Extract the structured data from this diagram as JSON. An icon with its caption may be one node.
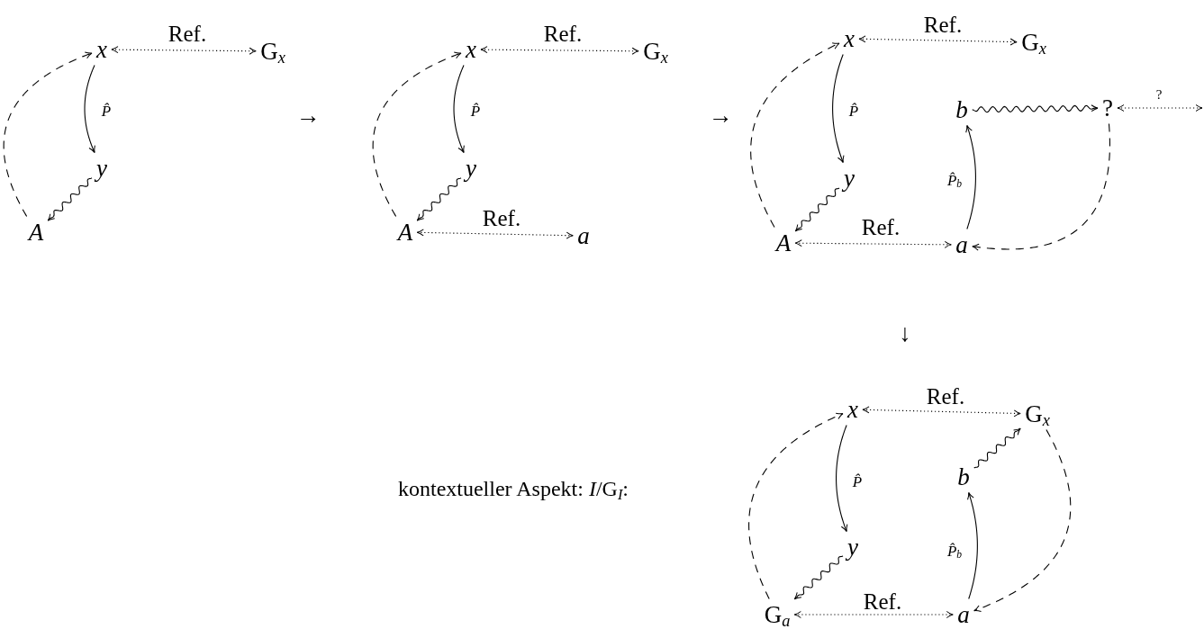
{
  "diagram": {
    "nodes": [
      {
        "text": [
          "x"
        ]
      },
      {
        "text": [
          "G$_{x}$"
        ]
      },
      {
        "text": [
          "y"
        ]
      },
      {
        "text": [
          "A"
        ]
      },
      {
        "text": [
          "x"
        ]
      },
      {
        "text": [
          "G$_{x}$"
        ]
      },
      {
        "text": [
          "y"
        ]
      },
      {
        "text": [
          "A"
        ]
      },
      {
        "text": [
          "a"
        ]
      },
      {
        "text": [
          "x"
        ]
      },
      {
        "text": [
          "G$_{x}$"
        ]
      },
      {
        "text": [
          "b"
        ]
      },
      {
        "text": [
          "?"
        ]
      },
      {
        "text": [
          "y"
        ]
      },
      {
        "text": [
          "A"
        ]
      },
      {
        "text": [
          "a"
        ]
      },
      {
        "text": [
          "x"
        ]
      },
      {
        "text": [
          "G$_{x}$"
        ]
      },
      {
        "text": [
          "b"
        ]
      },
      {
        "text": [
          "y"
        ]
      },
      {
        "text": [
          "G$_{a}$"
        ]
      },
      {
        "text": [
          "a"
        ]
      }
    ],
    "edges": [
      {
        "from": 0,
        "to": 1,
        "arrow": "both",
        "label": "Ref.",
        "style": "dashed"
      },
      {
        "from": 0,
        "to": 2,
        "arrow": "to",
        "label": "P̂"
      },
      {
        "from": 2,
        "to": 3,
        "arrow": "to"
      },
      {
        "from": 3,
        "to": 0,
        "arrow": "to",
        "style": "dashed"
      },
      {
        "from": 4,
        "to": 5,
        "arrow": "both",
        "label": "Ref.",
        "style": "dashed"
      },
      {
        "from": 4,
        "to": 6,
        "arrow": "to",
        "label": "P̂"
      },
      {
        "from": 6,
        "to": 7,
        "arrow": "to"
      },
      {
        "from": 7,
        "to": 4,
        "arrow": "to",
        "style": "dashed"
      },
      {
        "from": 7,
        "to": 8,
        "arrow": "both",
        "label": "Ref.",
        "style": "dashed"
      },
      {
        "from": 9,
        "to": 10,
        "arrow": "both",
        "label": "Ref.",
        "style": "dashed"
      },
      {
        "from": 9,
        "to": 13,
        "arrow": "to",
        "label": "P̂"
      },
      {
        "from": 13,
        "to": 14,
        "arrow": "to"
      },
      {
        "from": 14,
        "to": 9,
        "arrow": "to",
        "style": "dashed"
      },
      {
        "from": 11,
        "to": 12,
        "arrow": "to"
      },
      {
        "from": 12,
        "to": null,
        "arrow": "both",
        "label": "?",
        "style": "dashed"
      },
      {
        "from": 15,
        "to": 11,
        "arrow": "to",
        "label": "P̂$_{b}$"
      },
      {
        "from": 12,
        "to": 15,
        "arrow": "to",
        "style": "dashed"
      },
      {
        "from": 14,
        "to": 15,
        "arrow": "both",
        "label": "Ref.",
        "style": "dashed"
      },
      {
        "from": 16,
        "to": 17,
        "arrow": "both",
        "label": "Ref.",
        "style": "dashed"
      },
      {
        "from": 16,
        "to": 19,
        "arrow": "to",
        "label": "P̂"
      },
      {
        "from": 19,
        "to": 20,
        "arrow": "to"
      },
      {
        "from": 20,
        "to": 16,
        "arrow": "to",
        "style": "dashed"
      },
      {
        "from": 18,
        "to": 17,
        "arrow": "to"
      },
      {
        "from": 21,
        "to": 18,
        "arrow": "to",
        "label": "P̂$_{b}$"
      },
      {
        "from": 17,
        "to": 21,
        "arrow": "to",
        "style": "dashed"
      },
      {
        "from": 20,
        "to": 21,
        "arrow": "both",
        "label": "Ref.",
        "style": "dashed"
      }
    ],
    "labels": [
      "→",
      "→",
      "↓",
      "kontextueller Aspekt: *I*/G$_{I}$:"
    ]
  }
}
